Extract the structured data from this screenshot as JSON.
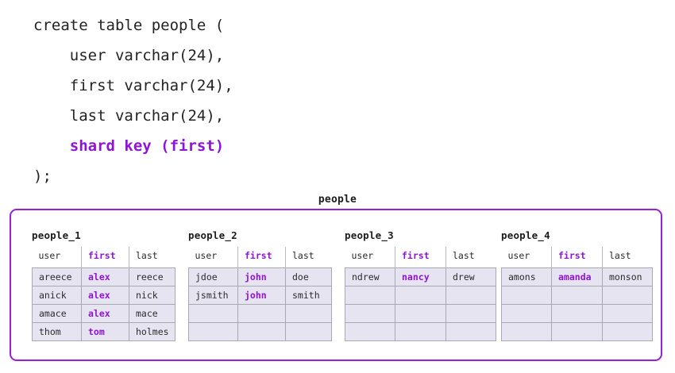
{
  "colors": {
    "accent_purple": "#8f14d6",
    "container_border": "#9b1fd6",
    "cell_fill": "#e7e4f2",
    "cell_border": "#a9a9b5",
    "text": "#2b2b2b"
  },
  "sql": {
    "lines": [
      {
        "text": "create table people (",
        "highlight": false
      },
      {
        "text": "    user varchar(24),",
        "highlight": false
      },
      {
        "text": "    first varchar(24),",
        "highlight": false
      },
      {
        "text": "    last varchar(24),",
        "highlight": false
      },
      {
        "text": "    shard key (first)",
        "highlight": true
      },
      {
        "text": ");",
        "highlight": false
      }
    ]
  },
  "diagram": {
    "title": "people",
    "columns": [
      "user",
      "first",
      "last"
    ],
    "shard_key_column": "first",
    "rows_per_shard": 4,
    "shards": [
      {
        "label": "people_1",
        "rows": [
          {
            "user": "areece",
            "first": "alex",
            "last": "reece"
          },
          {
            "user": "anick",
            "first": "alex",
            "last": "nick"
          },
          {
            "user": "amace",
            "first": "alex",
            "last": "mace"
          },
          {
            "user": "thom",
            "first": "tom",
            "last": "holmes"
          }
        ]
      },
      {
        "label": "people_2",
        "rows": [
          {
            "user": "jdoe",
            "first": "john",
            "last": "doe"
          },
          {
            "user": "jsmith",
            "first": "john",
            "last": "smith"
          },
          {
            "user": "",
            "first": "",
            "last": ""
          },
          {
            "user": "",
            "first": "",
            "last": ""
          }
        ]
      },
      {
        "label": "people_3",
        "rows": [
          {
            "user": "ndrew",
            "first": "nancy",
            "last": "drew"
          },
          {
            "user": "",
            "first": "",
            "last": ""
          },
          {
            "user": "",
            "first": "",
            "last": ""
          },
          {
            "user": "",
            "first": "",
            "last": ""
          }
        ]
      },
      {
        "label": "people_4",
        "rows": [
          {
            "user": "amons",
            "first": "amanda",
            "last": "monson"
          },
          {
            "user": "",
            "first": "",
            "last": ""
          },
          {
            "user": "",
            "first": "",
            "last": ""
          },
          {
            "user": "",
            "first": "",
            "last": ""
          }
        ]
      }
    ]
  }
}
